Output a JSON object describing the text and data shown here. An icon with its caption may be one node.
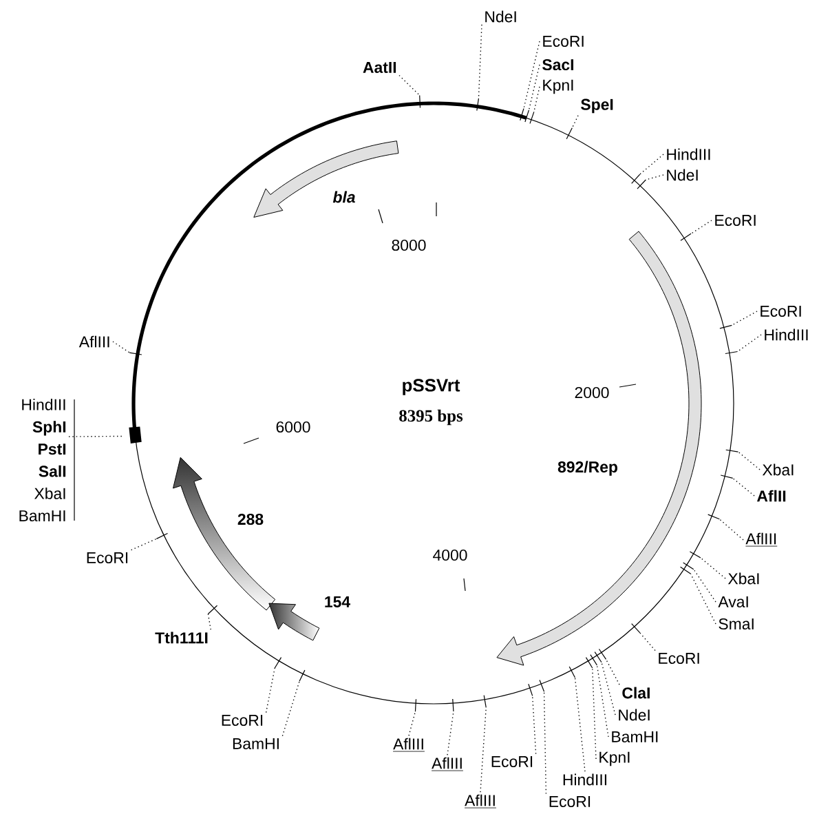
{
  "diagram": {
    "nodes": [
      {
        "text": [
          "AatII"
        ]
      },
      {
        "text": [
          "NdeI"
        ]
      },
      {
        "text": [
          "EcoRI"
        ]
      },
      {
        "text": [
          "SacI"
        ]
      },
      {
        "text": [
          "KpnI"
        ]
      },
      {
        "text": [
          "SpeI"
        ]
      },
      {
        "text": [
          "HindIII"
        ]
      },
      {
        "text": [
          "NdeI"
        ]
      },
      {
        "text": [
          "EcoRI"
        ]
      },
      {
        "text": [
          "EcoRI"
        ]
      },
      {
        "text": [
          "HindIII"
        ]
      },
      {
        "text": [
          "XbaI"
        ]
      },
      {
        "text": [
          "AflII"
        ]
      },
      {
        "text": [
          "AflIII"
        ]
      },
      {
        "text": [
          "XbaI"
        ]
      },
      {
        "text": [
          "AvaI"
        ]
      },
      {
        "text": [
          "SmaI"
        ]
      },
      {
        "text": [
          "EcoRI"
        ]
      },
      {
        "text": [
          "ClaI"
        ]
      },
      {
        "text": [
          "NdeI"
        ]
      },
      {
        "text": [
          "BamHI"
        ]
      },
      {
        "text": [
          "KpnI"
        ]
      },
      {
        "text": [
          "HindIII"
        ]
      },
      {
        "text": [
          "EcoRI"
        ]
      },
      {
        "text": [
          "EcoRI"
        ]
      },
      {
        "text": [
          "AflIII"
        ]
      },
      {
        "text": [
          "AflIII"
        ]
      },
      {
        "text": [
          "AflIII"
        ]
      },
      {
        "text": [
          "EcoRI"
        ]
      },
      {
        "text": [
          "BamHI"
        ]
      },
      {
        "text": [
          "Tth111I"
        ]
      },
      {
        "text": [
          "EcoRI"
        ]
      },
      {
        "text": [
          "HindIII",
          "SphI",
          "PstI",
          "SalI",
          "XbaI",
          "BamHI"
        ]
      },
      {
        "text": [
          "AflIII"
        ]
      }
    ],
    "edges": [
      {
        "from": 0,
        "to": null,
        "arrow": "none"
      },
      {
        "from": 1,
        "to": null,
        "arrow": "none"
      },
      {
        "from": 2,
        "to": null,
        "arrow": "none"
      },
      {
        "from": 3,
        "to": null,
        "arrow": "none"
      },
      {
        "from": 4,
        "to": null,
        "arrow": "none"
      },
      {
        "from": 5,
        "to": null,
        "arrow": "none"
      },
      {
        "from": 6,
        "to": null,
        "arrow": "none"
      },
      {
        "from": 7,
        "to": null,
        "arrow": "none"
      },
      {
        "from": 8,
        "to": null,
        "arrow": "none"
      },
      {
        "from": 9,
        "to": null,
        "arrow": "none"
      },
      {
        "from": 10,
        "to": null,
        "arrow": "none"
      },
      {
        "from": 11,
        "to": null,
        "arrow": "none"
      },
      {
        "from": 12,
        "to": null,
        "arrow": "none"
      },
      {
        "from": 13,
        "to": null,
        "arrow": "none"
      },
      {
        "from": 14,
        "to": null,
        "arrow": "none"
      },
      {
        "from": 15,
        "to": null,
        "arrow": "none"
      },
      {
        "from": 16,
        "to": null,
        "arrow": "none"
      },
      {
        "from": 17,
        "to": null,
        "arrow": "none"
      },
      {
        "from": 18,
        "to": null,
        "arrow": "none"
      },
      {
        "from": 19,
        "to": null,
        "arrow": "none"
      },
      {
        "from": 20,
        "to": null,
        "arrow": "none"
      },
      {
        "from": 21,
        "to": null,
        "arrow": "none"
      },
      {
        "from": 22,
        "to": null,
        "arrow": "none"
      },
      {
        "from": 23,
        "to": null,
        "arrow": "none"
      },
      {
        "from": 24,
        "to": null,
        "arrow": "none"
      },
      {
        "from": 25,
        "to": null,
        "arrow": "none"
      },
      {
        "from": 26,
        "to": null,
        "arrow": "none"
      },
      {
        "from": 27,
        "to": null,
        "arrow": "none"
      },
      {
        "from": 28,
        "to": null,
        "arrow": "none"
      },
      {
        "from": 29,
        "to": null,
        "arrow": "none"
      },
      {
        "from": 30,
        "to": null,
        "arrow": "none"
      },
      {
        "from": 31,
        "to": null,
        "arrow": "none"
      },
      {
        "from": 32,
        "to": null,
        "arrow": "none"
      },
      {
        "from": 33,
        "to": null,
        "arrow": "none"
      }
    ],
    "labels": [
      "bla",
      "8000",
      "pSSVrt",
      "2000",
      "8395 bps",
      "6000",
      "892/Rep",
      "288",
      "4000",
      "154"
    ]
  }
}
